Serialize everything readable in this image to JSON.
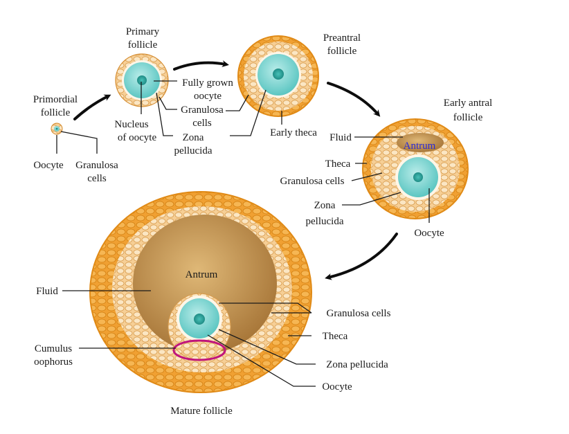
{
  "diagram": {
    "stages": {
      "primordial": {
        "title_line1": "Primordial",
        "title_line2": "follicle",
        "oocyte_label": "Oocyte",
        "granulosa_line1": "Granulosa",
        "granulosa_line2": "cells"
      },
      "primary": {
        "title_line1": "Primary",
        "title_line2": "follicle",
        "oocyte_line1": "Fully grown",
        "oocyte_line2": "oocyte",
        "nucleus_line1": "Nucleus",
        "nucleus_line2": "of oocyte",
        "granulosa_line1": "Granulosa",
        "granulosa_line2": "cells",
        "zona_line1": "Zona",
        "zona_line2": "pellucida"
      },
      "preantral": {
        "title_line1": "Preantral",
        "title_line2": "follicle",
        "theca_label": "Early theca"
      },
      "early_antral": {
        "title_line1": "Early antral",
        "title_line2": "follicle",
        "fluid_label": "Fluid",
        "antrum_label": "Antrum",
        "theca_label": "Theca",
        "granulosa_label": "Granulosa cells",
        "zona_line1": "Zona",
        "zona_line2": "pellucida",
        "oocyte_label": "Oocyte"
      },
      "mature": {
        "title": "Mature follicle",
        "antrum_label": "Antrum",
        "fluid_label": "Fluid",
        "cumulus_line1": "Cumulus",
        "cumulus_line2": "oophorus",
        "granulosa_label": "Granulosa cells",
        "theca_label": "Theca",
        "zona_label": "Zona pellucida",
        "oocyte_label": "Oocyte"
      }
    },
    "colors": {
      "theca": "#f29a1e",
      "granulosa": "#f7c98a",
      "antrum": "#c89a50",
      "oocyte": "#7fd3d0",
      "nucleus": "#2aa39b",
      "cumulus_ring": "#c0157d",
      "antrum_text": "#2b2bd6"
    }
  }
}
